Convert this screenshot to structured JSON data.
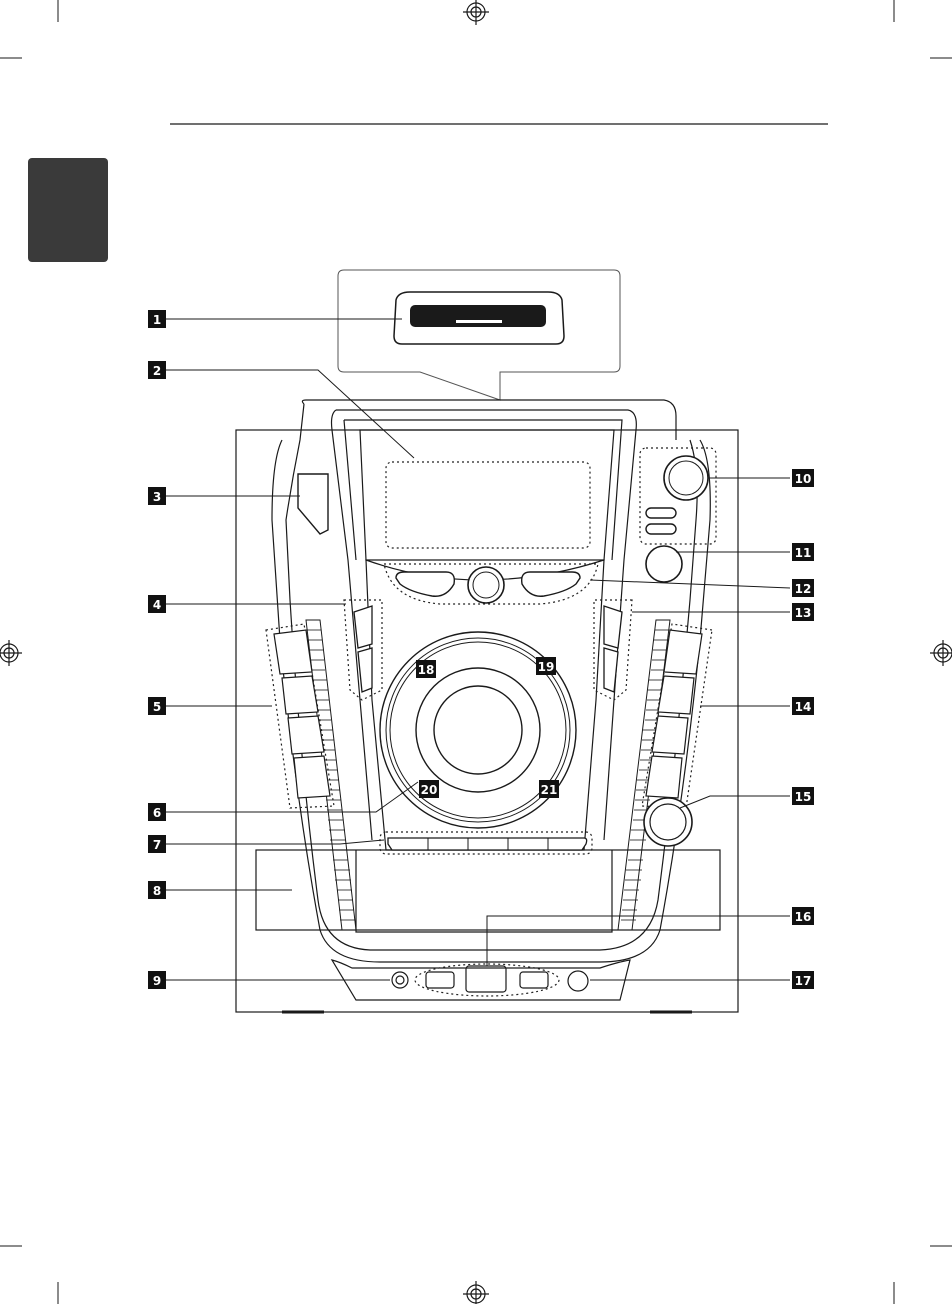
{
  "page": {
    "header_rule": true,
    "side_tab_color": "#3a3a3a"
  },
  "colors": {
    "line": "#1a1a1a",
    "tab": "#3a3a3a",
    "callout_bg": "#111111",
    "callout_text": "#ffffff",
    "dotted": "#222222",
    "display_slot": "#1a1a1a"
  },
  "icons": {
    "registration_marks": "registration-target-icon",
    "callout_box": "numbered-callout-icon"
  },
  "callouts": [
    {
      "id": "1",
      "label": "1"
    },
    {
      "id": "2",
      "label": "2"
    },
    {
      "id": "3",
      "label": "3"
    },
    {
      "id": "4",
      "label": "4"
    },
    {
      "id": "5",
      "label": "5"
    },
    {
      "id": "6",
      "label": "6"
    },
    {
      "id": "7",
      "label": "7"
    },
    {
      "id": "8",
      "label": "8"
    },
    {
      "id": "9",
      "label": "9"
    },
    {
      "id": "10",
      "label": "10"
    },
    {
      "id": "11",
      "label": "11"
    },
    {
      "id": "12",
      "label": "12"
    },
    {
      "id": "13",
      "label": "13"
    },
    {
      "id": "14",
      "label": "14"
    },
    {
      "id": "15",
      "label": "15"
    },
    {
      "id": "16",
      "label": "16"
    },
    {
      "id": "17",
      "label": "17"
    },
    {
      "id": "18",
      "label": "18"
    },
    {
      "id": "19",
      "label": "19"
    },
    {
      "id": "20",
      "label": "20"
    },
    {
      "id": "21",
      "label": "21"
    }
  ]
}
